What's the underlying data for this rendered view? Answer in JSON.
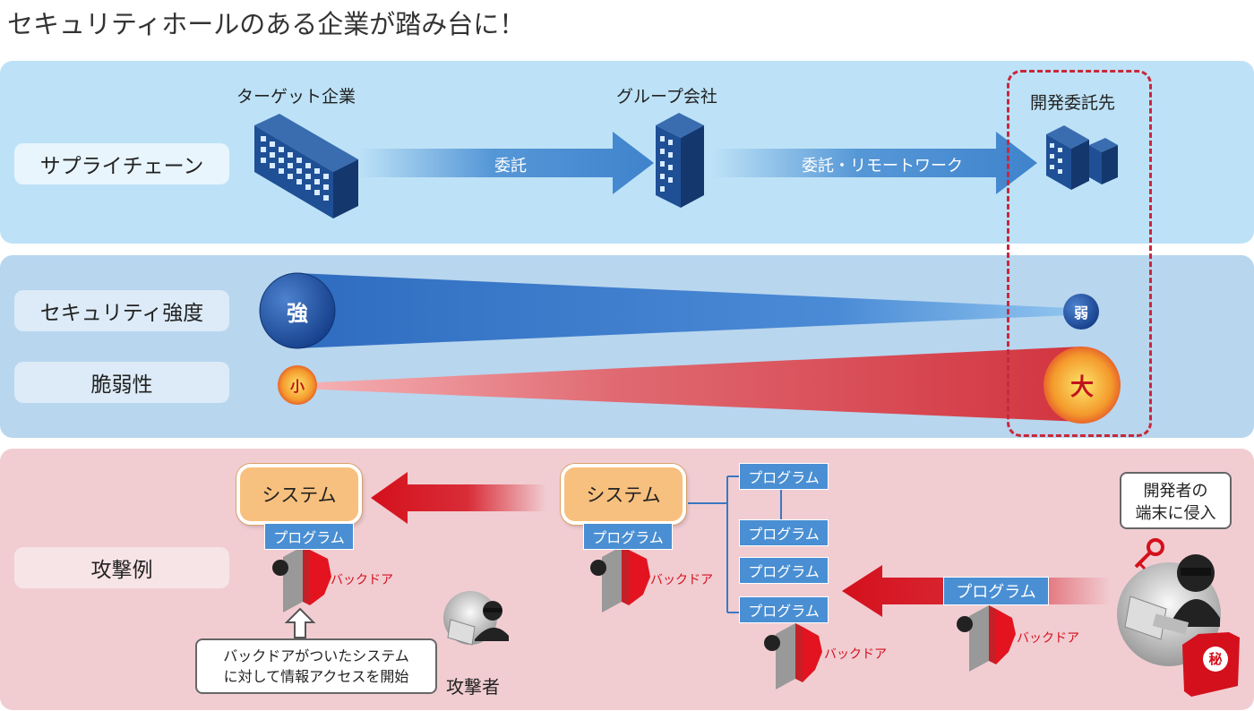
{
  "title": "セキュリティホールのある企業が踏み台に！",
  "rows": {
    "supply_chain": "サプライチェーン",
    "security_strength": "セキュリティ強度",
    "vulnerability": "脆弱性",
    "attack_example": "攻撃例"
  },
  "supply_chain": {
    "target": "ターゲット企業",
    "group": "グループ会社",
    "contractor": "開発委託先",
    "arrow1": "委託",
    "arrow2": "委託・リモートワーク"
  },
  "strength": {
    "strong": "強",
    "weak": "弱"
  },
  "vuln": {
    "small": "小",
    "large": "大"
  },
  "attack": {
    "system_left": "システム",
    "system_mid": "システム",
    "program": "プログラム",
    "backdoor": "バックドア",
    "dev_terminal": "開発者の\n端末に侵入",
    "dev_terminal_l1": "開発者の",
    "dev_terminal_l2": "端末に侵入",
    "callout_l1": "バックドアがついたシステム",
    "callout_l2": "に対して情報アクセスを開始",
    "attacker": "攻撃者",
    "secret": "秘"
  },
  "colors": {
    "blue_arrow": "#4a8fd3",
    "red_arrow": "#d4101c",
    "dashed_border": "#c8283b",
    "system_box": "#f7c07e"
  }
}
